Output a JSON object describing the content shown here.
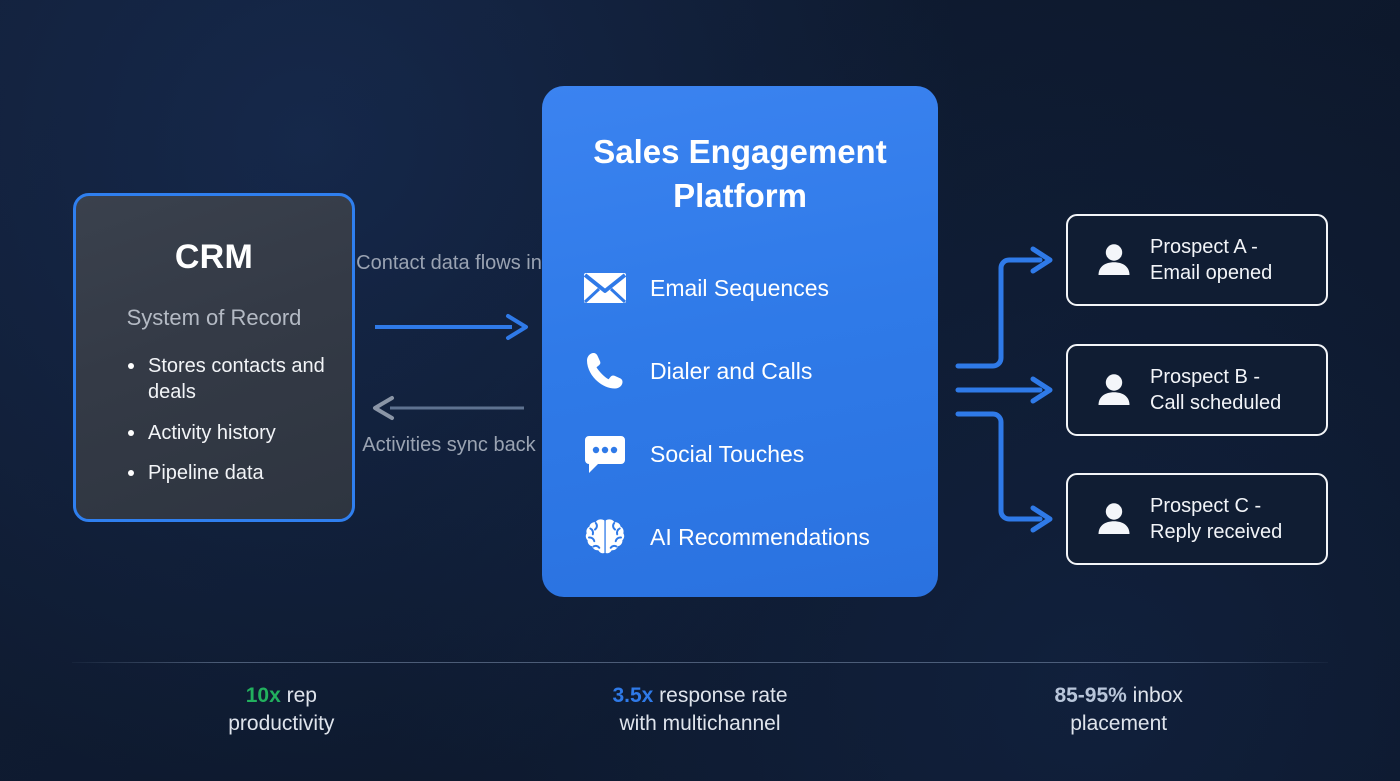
{
  "theme": {
    "background": "#0e1a2f",
    "accent_blue": "#2f7ae8",
    "crm_border": "#2f7fef",
    "card_border_white": "#f3f5f8",
    "muted_text": "#9aa3b2"
  },
  "crm": {
    "title": "CRM",
    "subtitle": "System of Record",
    "bullets": [
      "Stores contacts and deals",
      "Activity history",
      "Pipeline data"
    ]
  },
  "flows": {
    "forward_label": "Contact data flows in",
    "backward_label": "Activities sync back",
    "forward_icon": "arrow-right-icon",
    "backward_icon": "arrow-left-icon",
    "forward_color": "#2f7ae8",
    "backward_color": "#8a95a6"
  },
  "platform": {
    "title": "Sales Engagement Platform",
    "features": [
      {
        "label": "Email Sequences",
        "icon": "envelope-icon"
      },
      {
        "label": "Dialer and Calls",
        "icon": "phone-icon"
      },
      {
        "label": "Social Touches",
        "icon": "chat-bubble-icon"
      },
      {
        "label": "AI Recommendations",
        "icon": "brain-icon"
      }
    ]
  },
  "prospects": [
    {
      "line1": "Prospect A -",
      "line2": "Email opened",
      "icon": "person-icon"
    },
    {
      "line1": "Prospect B -",
      "line2": "Call scheduled",
      "icon": "person-icon"
    },
    {
      "line1": "Prospect C -",
      "line2": "Reply received",
      "icon": "person-icon"
    }
  ],
  "stats": [
    {
      "value": "10x",
      "value_color": "#22b05e",
      "text_line1": " rep",
      "text_line2": "productivity"
    },
    {
      "value": "3.5x",
      "value_color": "#2f7ae8",
      "text_line1": " response rate",
      "text_line2": "with multichannel"
    },
    {
      "value": "85-95%",
      "value_color": "#b9c6da",
      "text_line1": " inbox",
      "text_line2": "placement"
    }
  ]
}
